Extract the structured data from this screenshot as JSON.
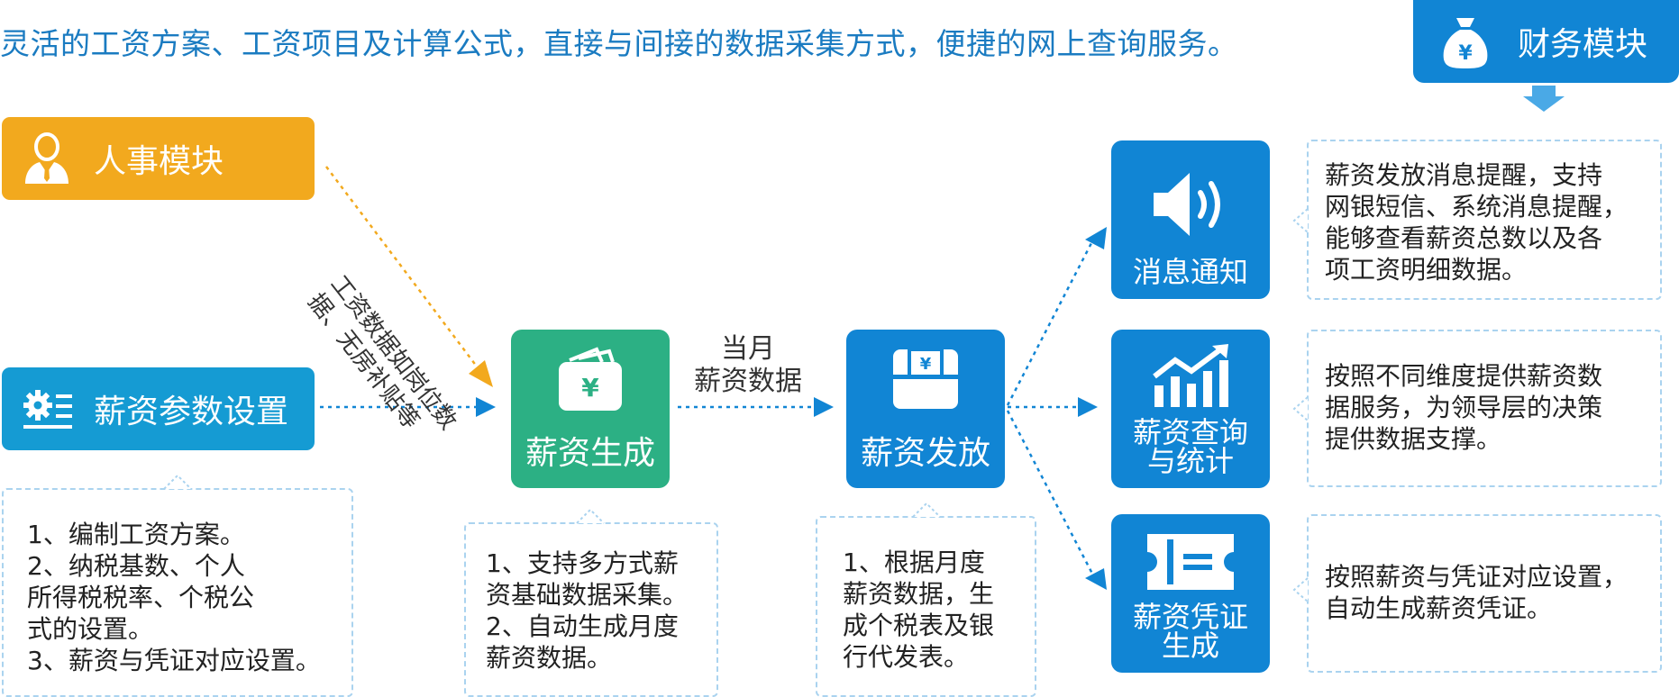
{
  "header": {
    "headline": "灵活的工资方案、工资项目及计算公式，直接与间接的数据采集方式，便捷的网上查询服务。"
  },
  "modules": {
    "finance": {
      "label": "财务模块",
      "icon": "money-bag-icon"
    },
    "hr": {
      "label": "人事模块",
      "icon": "user-icon"
    },
    "salary_params": {
      "label": "薪资参数设置",
      "icon": "settings-icon"
    }
  },
  "flow": {
    "hr_annotation": "工资数据如岗位数\n据、无房补贴等",
    "monthly_label": "当月\n薪资数据"
  },
  "process": {
    "generate": {
      "label": "薪资生成",
      "icon": "wallet-icon"
    },
    "pay": {
      "label": "薪资发放",
      "icon": "cash-drawer-icon"
    }
  },
  "outputs": {
    "notify": {
      "label": "消息通知",
      "icon": "speaker-icon"
    },
    "query": {
      "label": "薪资查询与统计",
      "icon": "bar-chart-icon"
    },
    "voucher": {
      "label": "薪资凭证生成",
      "icon": "ticket-icon"
    }
  },
  "descriptions": {
    "params": "1、编制工资方案。\n2、纳税基数、个人\n所得税税率、个税公\n式的设置。\n3、薪资与凭证对应设置。",
    "generate": "1、支持多方式薪\n资基础数据采集。\n2、自动生成月度\n薪资数据。",
    "pay": "1、根据月度\n薪资数据，生\n成个税表及银\n行代发表。",
    "notify": "薪资发放消息提醒，支持\n网银短信、系统消息提醒，\n能够查看薪资总数以及各\n项工资明细数据。",
    "query": "按照不同维度提供薪资数\n据服务，为领导层的决策\n提供数据支撑。",
    "voucher": "按照薪资与凭证对应设置，\n自动生成薪资凭证。"
  },
  "colors": {
    "blue": "#1185d4",
    "cyan": "#159bd3",
    "green": "#2cb084",
    "orange": "#f2a91e",
    "text_blue": "#1a7bc1"
  }
}
